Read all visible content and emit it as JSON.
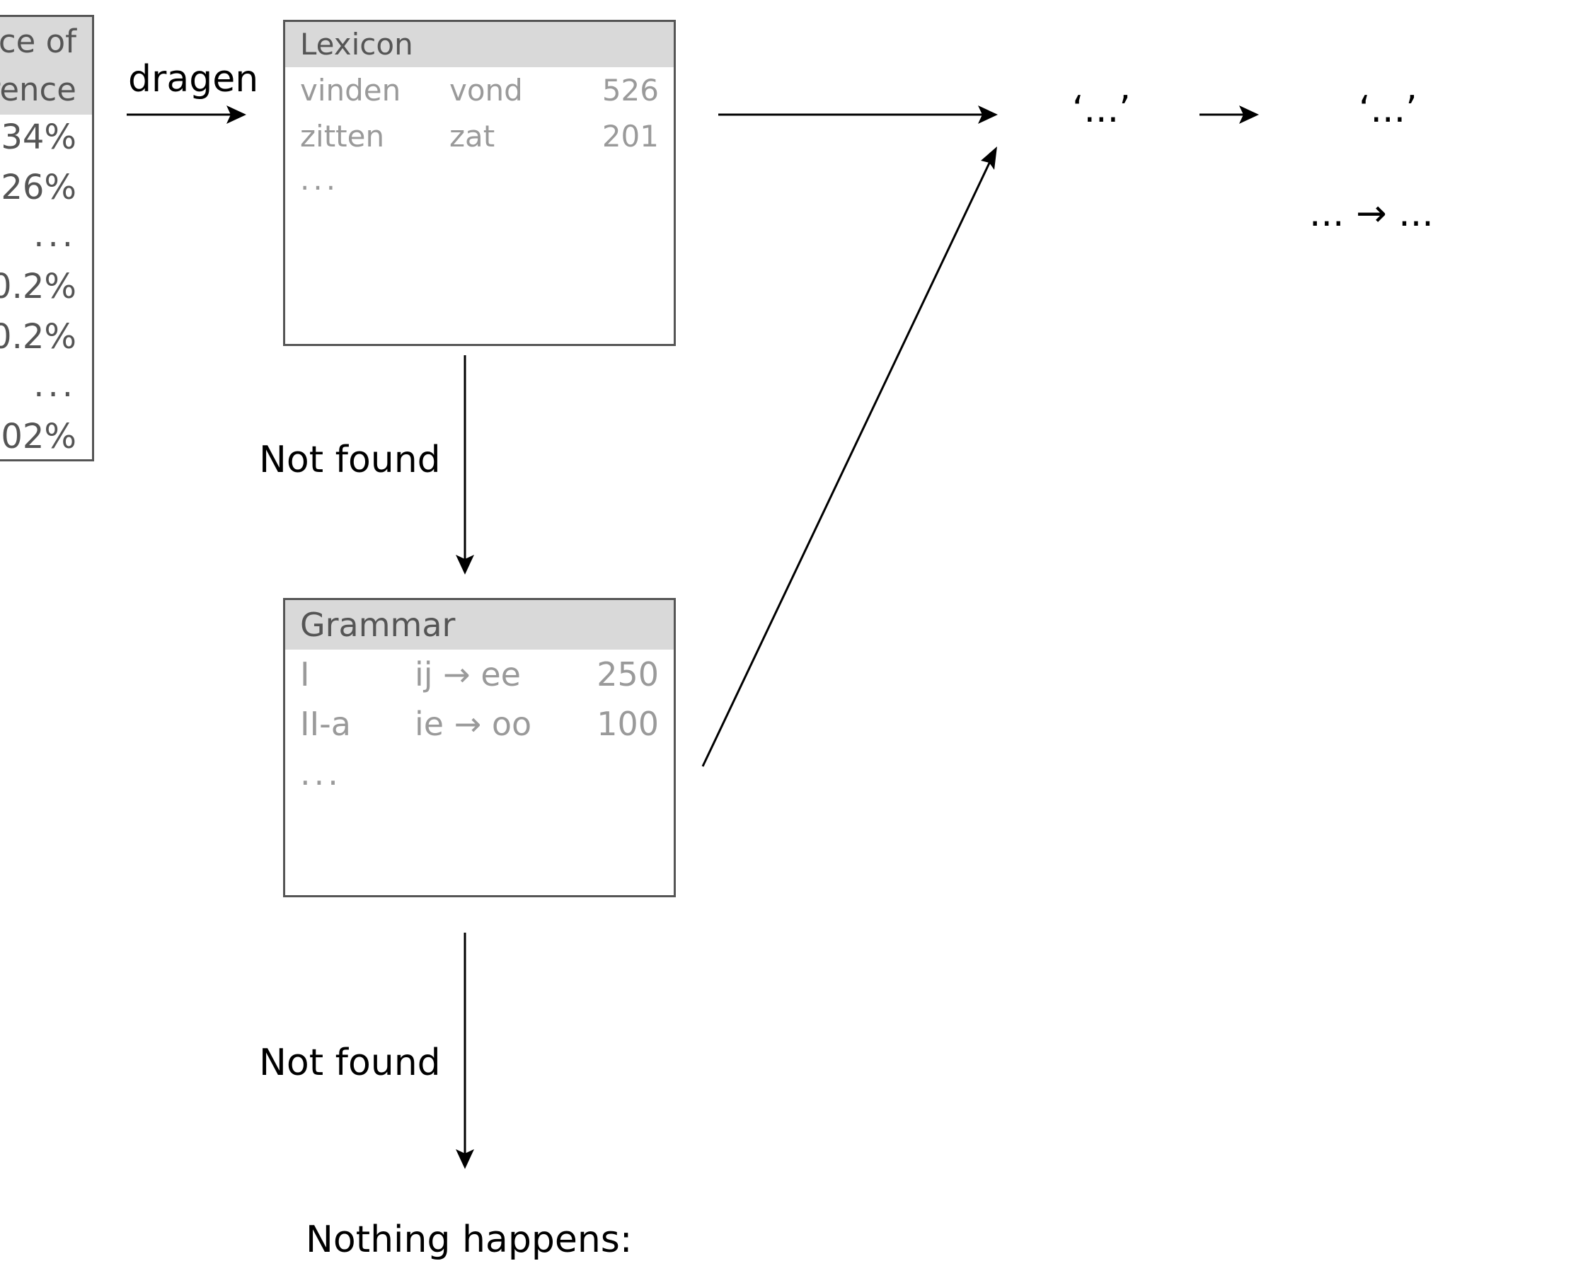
{
  "frequency_table": {
    "header_line1": "ce of",
    "header_line2": "rence",
    "rows": [
      "34%",
      "26%",
      "...",
      "0.2%",
      "0.2%",
      "...",
      "02%"
    ]
  },
  "input_verb": "dragen",
  "lexicon": {
    "title": "Lexicon",
    "rows": [
      {
        "infinitive": "vinden",
        "past": "vond",
        "count": "526"
      },
      {
        "infinitive": "zitten",
        "past": "zat",
        "count": "201"
      }
    ],
    "ellipsis": "..."
  },
  "grammar": {
    "title": "Grammar",
    "rows": [
      {
        "class": "I",
        "rule": "ij → ee",
        "count": "250"
      },
      {
        "class": "II-a",
        "rule": "ie → oo",
        "count": "100"
      }
    ],
    "ellipsis": "..."
  },
  "not_found_1": "Not found",
  "not_found_2": "Not found",
  "output_1": "‘...’",
  "output_2": "‘...’",
  "output_rule": "... → ...",
  "nothing_happens": "Nothing happens:"
}
